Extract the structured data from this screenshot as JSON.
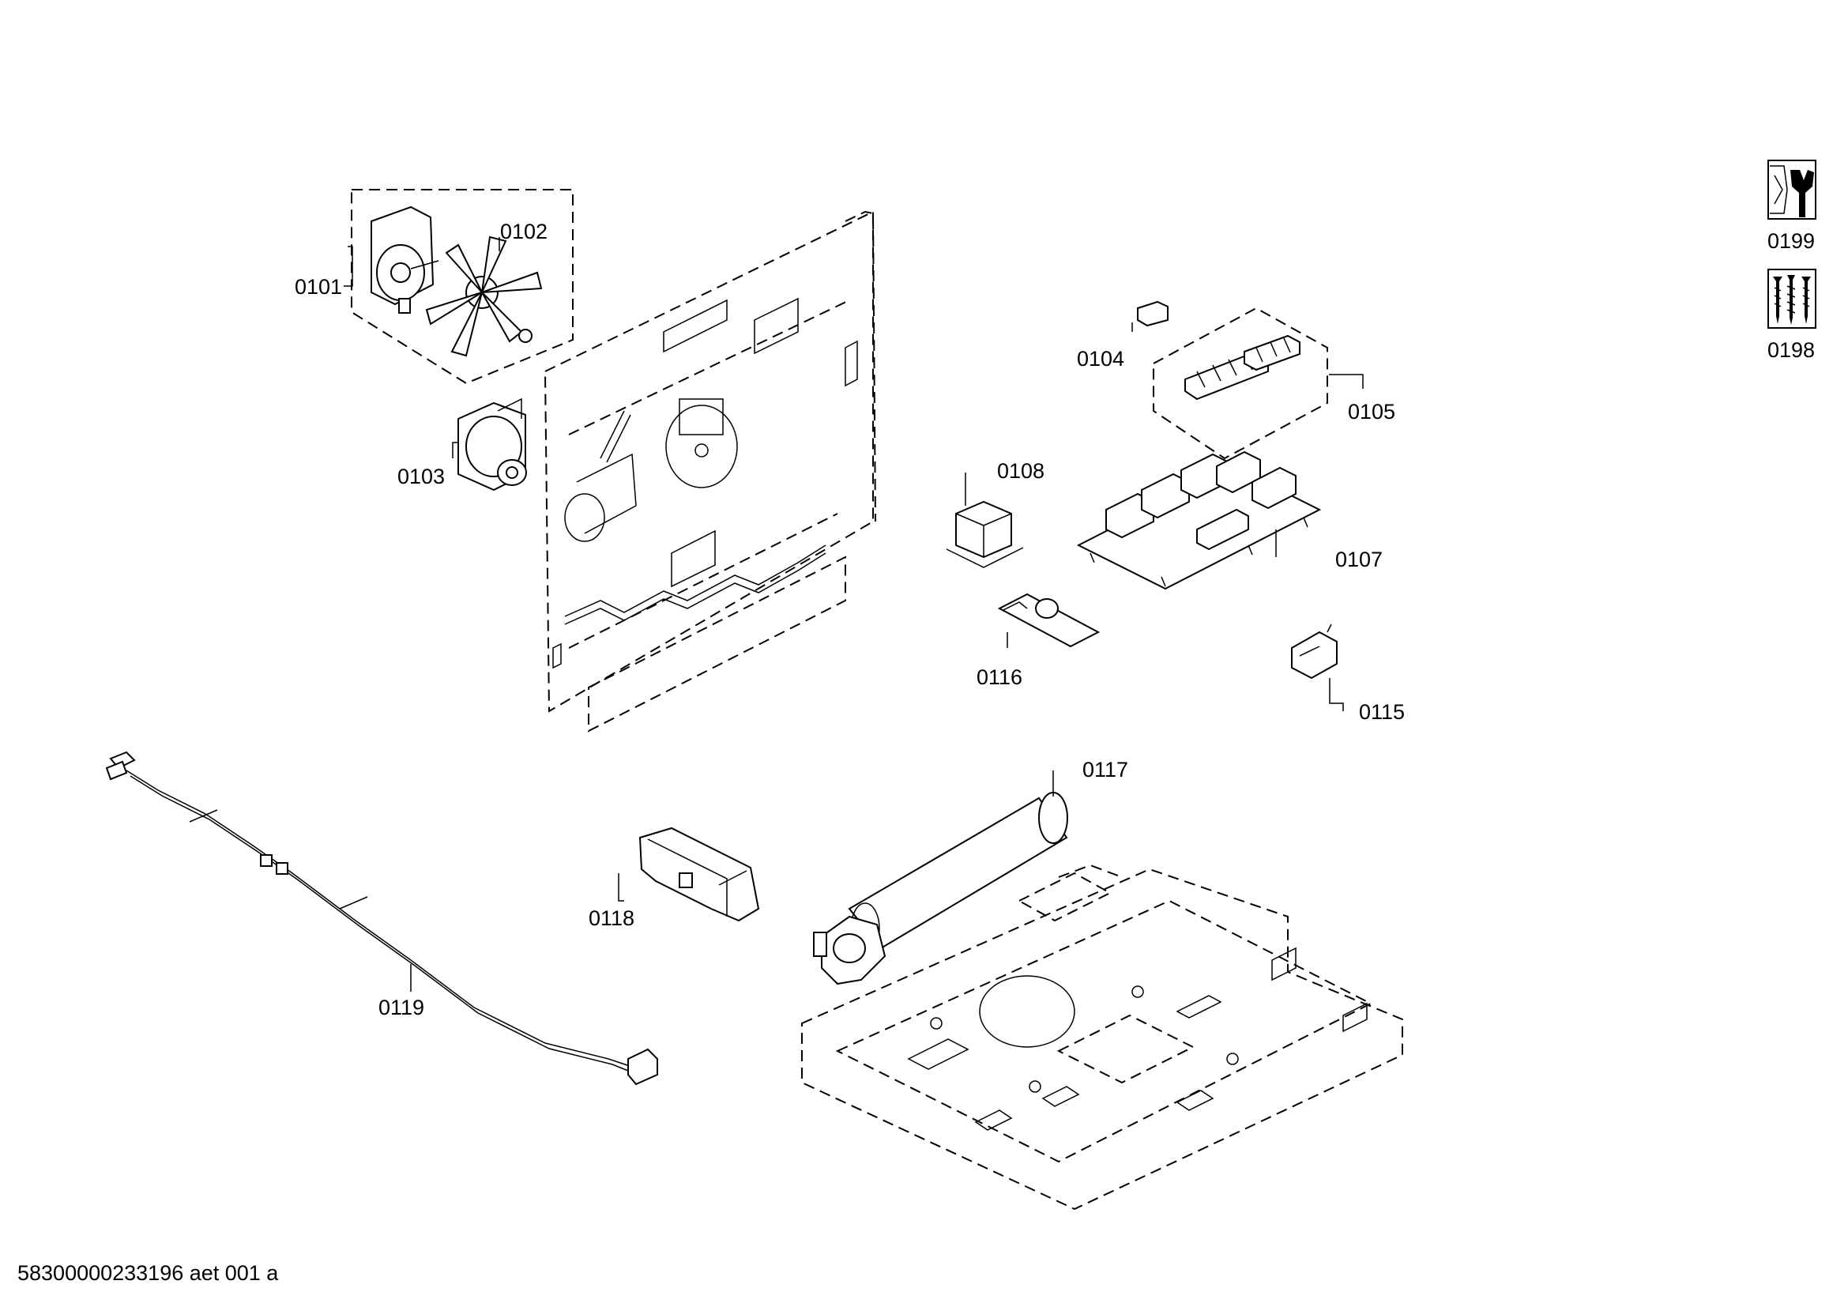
{
  "diagram": {
    "labels": {
      "p0101": "0101",
      "p0102": "0102",
      "p0103": "0103",
      "p0104": "0104",
      "p0105": "0105",
      "p0107": "0107",
      "p0108": "0108",
      "p0115": "0115",
      "p0116": "0116",
      "p0117": "0117",
      "p0118": "0118",
      "p0119": "0119",
      "p0198": "0198",
      "p0199": "0199"
    },
    "icons": {
      "p0199": "wrench-service-icon",
      "p0198": "screw-set-icon"
    }
  },
  "footer": {
    "document_id": "58300000233196 aet 001 a"
  }
}
